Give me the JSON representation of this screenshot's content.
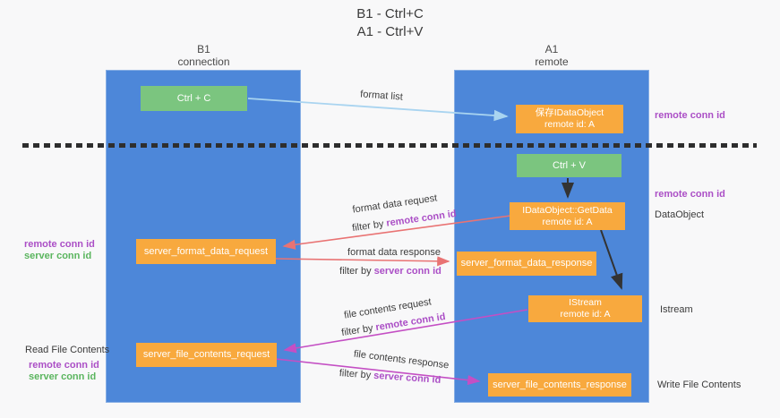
{
  "title": {
    "line1": "B1 - Ctrl+C",
    "line2": "A1 - Ctrl+V"
  },
  "lanes": {
    "left": {
      "name": "B1",
      "subtitle": "connection"
    },
    "right": {
      "name": "A1",
      "subtitle": "remote"
    }
  },
  "nodes": {
    "ctrl_c": {
      "label": "Ctrl + C"
    },
    "ctrl_v": {
      "label": "Ctrl + V"
    },
    "save_dataobject": {
      "line1": "保存IDataObject",
      "line2": "remote id: A"
    },
    "getdata": {
      "line1": "IDataObject::GetData",
      "line2": "remote id: A"
    },
    "istream": {
      "line1": "IStream",
      "line2": "remote id: A"
    },
    "server_format_data_request": {
      "label": "server_format_data_request"
    },
    "server_format_data_response": {
      "label": "server_format_data_response"
    },
    "server_file_contents_request": {
      "label": "server_file_contents_request"
    },
    "server_file_contents_response": {
      "label": "server_file_contents_response"
    }
  },
  "arrow_labels": {
    "format_list": {
      "label": "format list"
    },
    "format_data_request": {
      "label": "format data request",
      "filter_prefix": "filter by ",
      "filter_id": "remote conn id"
    },
    "format_data_response": {
      "label": "format data response",
      "filter_prefix": "filter by ",
      "filter_id": "server conn id"
    },
    "file_contents_request": {
      "label": "file contents request",
      "filter_prefix": "filter by ",
      "filter_id": "remote conn id"
    },
    "file_contents_response": {
      "label": "file contents response",
      "filter_prefix": "filter by ",
      "filter_id": "server conn id"
    }
  },
  "side_labels": {
    "right_remote_conn_top": "remote conn id",
    "right_remote_conn_mid": "remote conn id",
    "dataobject": "DataObject",
    "istream": "Istream",
    "write_file_contents": "Write File Contents",
    "left_remote_conn_top": "remote conn id",
    "left_server_conn_top": "server conn id",
    "read_file_contents": "Read File Contents",
    "left_remote_conn_bottom": "remote conn id",
    "left_server_conn_bottom": "server conn id"
  },
  "colors": {
    "lane_blue": "#4d87d9",
    "node_green": "#7bc57f",
    "node_orange": "#f8a93e",
    "arrow_light_blue": "#a9d4f0",
    "arrow_salmon": "#e97373",
    "arrow_magenta": "#c44fc4",
    "arrow_black": "#333333",
    "conn_id_purple": "#ab4fc6",
    "conn_id_green": "#5ab55e",
    "divider_black": "#2e2e2e"
  }
}
